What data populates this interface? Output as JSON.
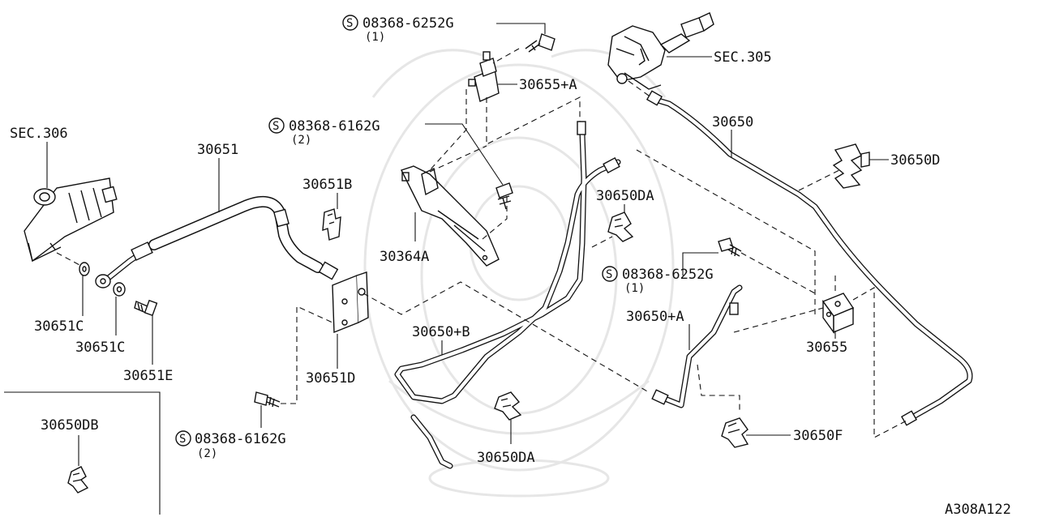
{
  "diagram_id": "A308A122",
  "labels": {
    "sec_306": "SEC.306",
    "sec_305": "SEC.305",
    "p30651": "30651",
    "p30651b": "30651B",
    "p30364a": "30364A",
    "p30651c_1": "30651C",
    "p30651c_2": "30651C",
    "p30651e": "30651E",
    "p30651d": "30651D",
    "p30650": "30650",
    "p30650d": "30650D",
    "p30650da_1": "30650DA",
    "p30650da_2": "30650DA",
    "p30650b": "30650+B",
    "p30650a": "30650+A",
    "p30655": "30655",
    "p30655a": "30655+A",
    "p30650f": "30650F",
    "p30650db": "30650DB"
  },
  "bolt_callouts": [
    {
      "symbol": "S",
      "part": "08368-6252G",
      "qty": "(1)"
    },
    {
      "symbol": "S",
      "part": "08368-6162G",
      "qty": "(2)"
    },
    {
      "symbol": "S",
      "part": "08368-6252G",
      "qty": "(1)"
    },
    {
      "symbol": "S",
      "part": "08368-6162G",
      "qty": "(2)"
    }
  ]
}
